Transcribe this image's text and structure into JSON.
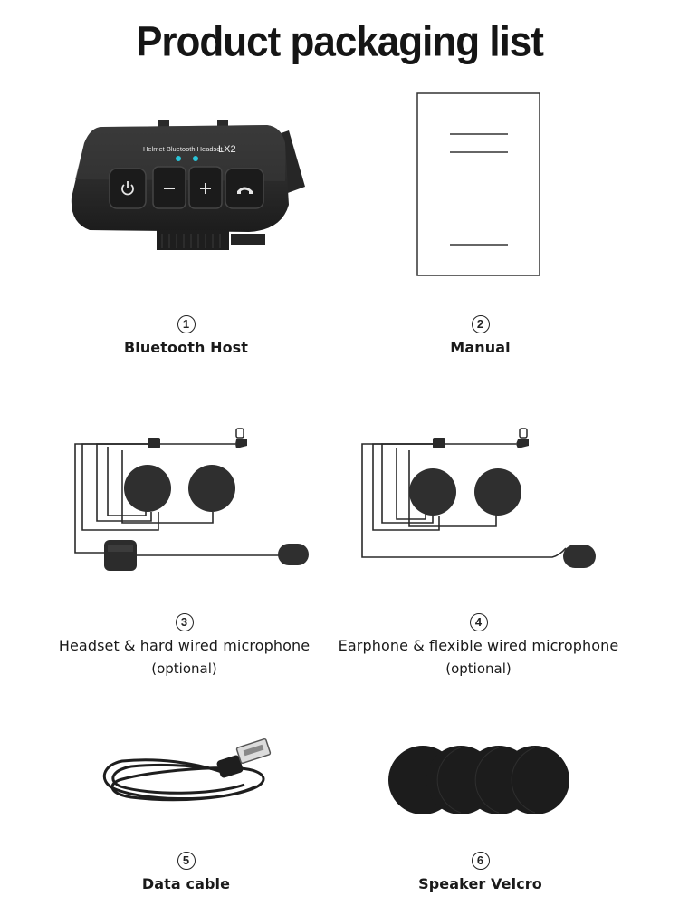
{
  "page": {
    "title": "Product packaging list"
  },
  "items": [
    {
      "number": "1",
      "label": "Bluetooth Host",
      "sub": ""
    },
    {
      "number": "2",
      "label": "Manual",
      "sub": ""
    },
    {
      "number": "3",
      "label": "Headset & hard wired microphone",
      "sub": "(optional)"
    },
    {
      "number": "4",
      "label": "Earphone & flexible wired microphone",
      "sub": "(optional)"
    },
    {
      "number": "5",
      "label": "Data cable",
      "sub": ""
    },
    {
      "number": "6",
      "label": "Speaker Velcro",
      "sub": ""
    }
  ],
  "host": {
    "model_text": "Helmet Bluetooth Headset",
    "model_name": "LX2"
  },
  "icons": [
    "power-icon",
    "minus-icon",
    "plus-icon",
    "phone-icon"
  ],
  "colors": {
    "device": "#2b2b2b",
    "led": "#29c4d8",
    "text": "#1a1a1a"
  }
}
